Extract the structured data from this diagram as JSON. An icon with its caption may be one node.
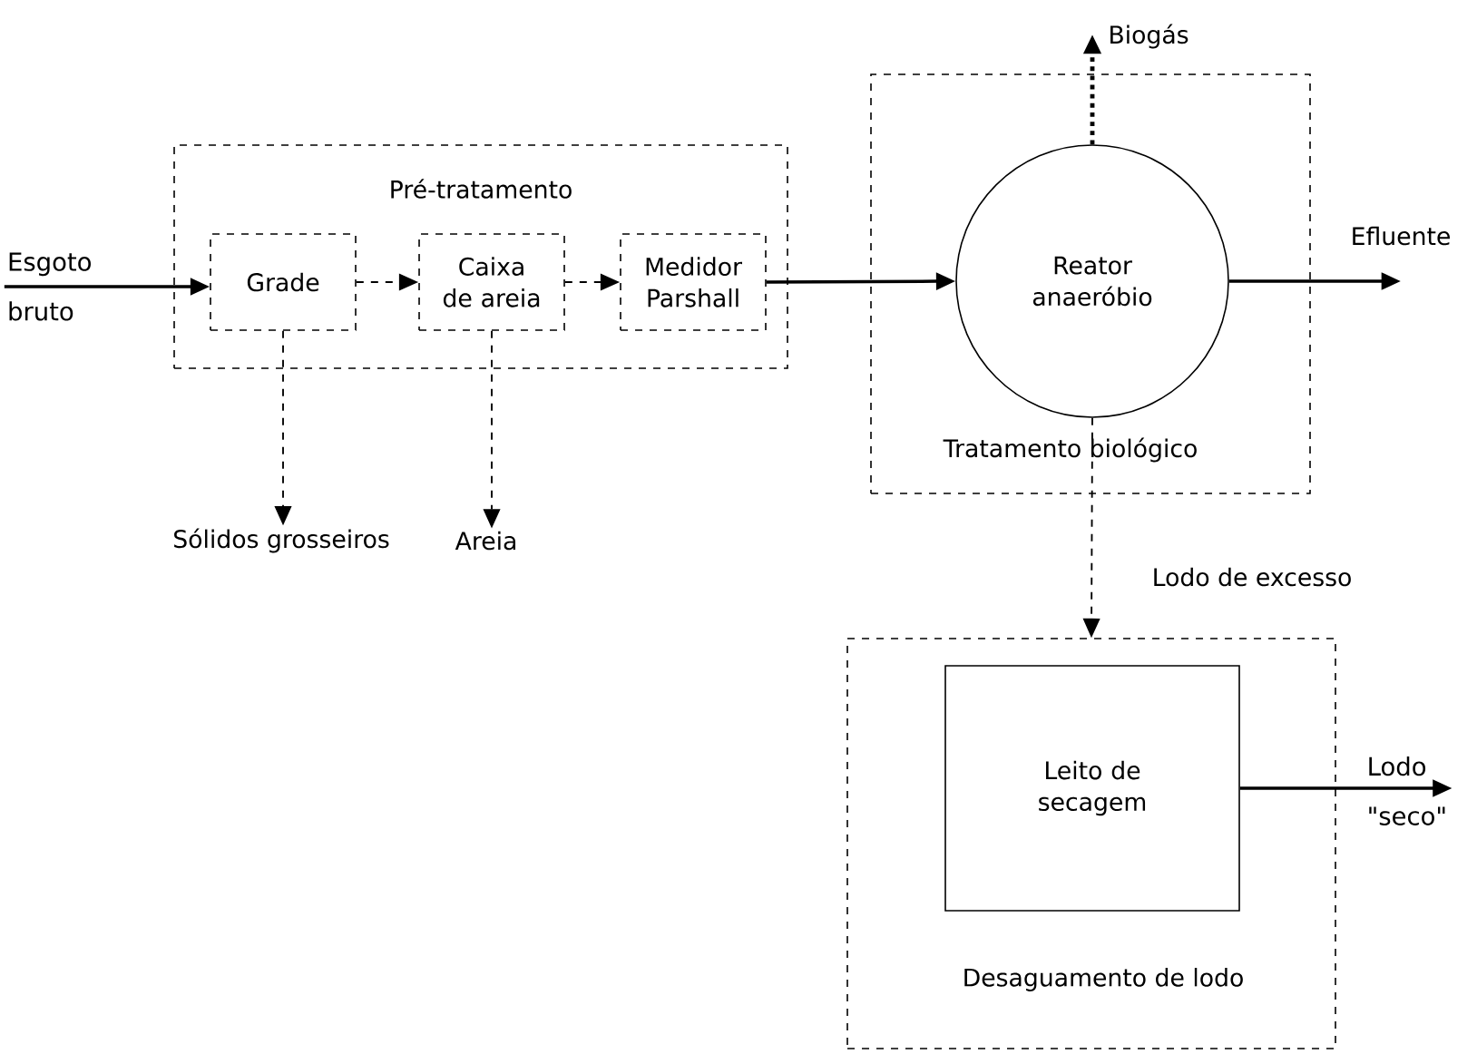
{
  "diagram": {
    "nodes": [
      {
        "text": [
          "Pré-tratamento"
        ]
      },
      {
        "text": [
          "Grade"
        ],
        "in": 0
      },
      {
        "text": [
          "Caixa de areia"
        ],
        "in": 0
      },
      {
        "text": [
          "Medidor Parshall"
        ],
        "in": 0
      },
      {
        "text": [
          "Tratamento biológico"
        ]
      },
      {
        "text": [
          "Reator anaeróbio"
        ],
        "in": 4
      },
      {
        "text": [
          "Desaguamento de lodo"
        ]
      },
      {
        "text": [
          "Leito de secagem"
        ],
        "in": 6
      },
      {
        "text": [
          "Esgoto bruto"
        ]
      },
      {
        "text": [
          "Sólidos grosseiros"
        ]
      },
      {
        "text": [
          "Areia"
        ]
      },
      {
        "text": [
          "Biogás"
        ]
      },
      {
        "text": [
          "Efluente"
        ]
      },
      {
        "text": [
          "Lodo \"seco\""
        ]
      }
    ],
    "edges": [
      {
        "from": 8,
        "to": 1,
        "arrow": "to"
      },
      {
        "from": 1,
        "to": 2,
        "arrow": "to",
        "style": "dashed"
      },
      {
        "from": 2,
        "to": 3,
        "arrow": "to",
        "style": "dashed"
      },
      {
        "from": 3,
        "to": 5,
        "arrow": "to"
      },
      {
        "from": 1,
        "to": 9,
        "arrow": "to",
        "style": "dashed"
      },
      {
        "from": 2,
        "to": 10,
        "arrow": "to",
        "style": "dashed"
      },
      {
        "from": 5,
        "to": 11,
        "arrow": "to",
        "style": "dashed"
      },
      {
        "from": 5,
        "to": 12,
        "arrow": "to"
      },
      {
        "from": 5,
        "to": 6,
        "arrow": "to",
        "style": "dashed",
        "label": "Lodo de excesso"
      },
      {
        "from": 7,
        "to": 13,
        "arrow": "to"
      }
    ]
  }
}
